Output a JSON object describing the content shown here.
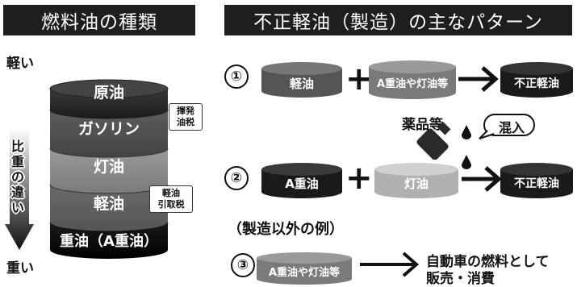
{
  "left_panel": {
    "title": "燃料油の種類",
    "light_label": "軽い",
    "heavy_label": "重い",
    "gravity_label": "比重の違い",
    "layers": [
      "原油",
      "ガソリン",
      "灯油",
      "軽油",
      "重油（A重油）"
    ],
    "tag_volatile_tax": [
      "揮発",
      "油税"
    ],
    "tag_diesel_tax": [
      "軽油",
      "引取税"
    ]
  },
  "right_panel": {
    "title": "不正軽油（製造）の主なパターン",
    "pattern1": {
      "number": "①",
      "a": "軽油",
      "b": "A重油や灯油等",
      "result": "不正軽油"
    },
    "chemicals_label": "薬品等",
    "mix_label": "混入",
    "pattern2": {
      "number": "②",
      "a": "A重油",
      "b": "灯油",
      "result": "不正軽油"
    },
    "non_manufacturing_label": "（製造以外の例）",
    "pattern3": {
      "number": "③",
      "a": "A重油や灯油等",
      "result_line1": "自動車の燃料として",
      "result_line2": "販売・消費"
    }
  },
  "colors": {
    "dark": "#1e1e1e",
    "mid": "#5a5a5a",
    "light": "#bdbdbd"
  }
}
